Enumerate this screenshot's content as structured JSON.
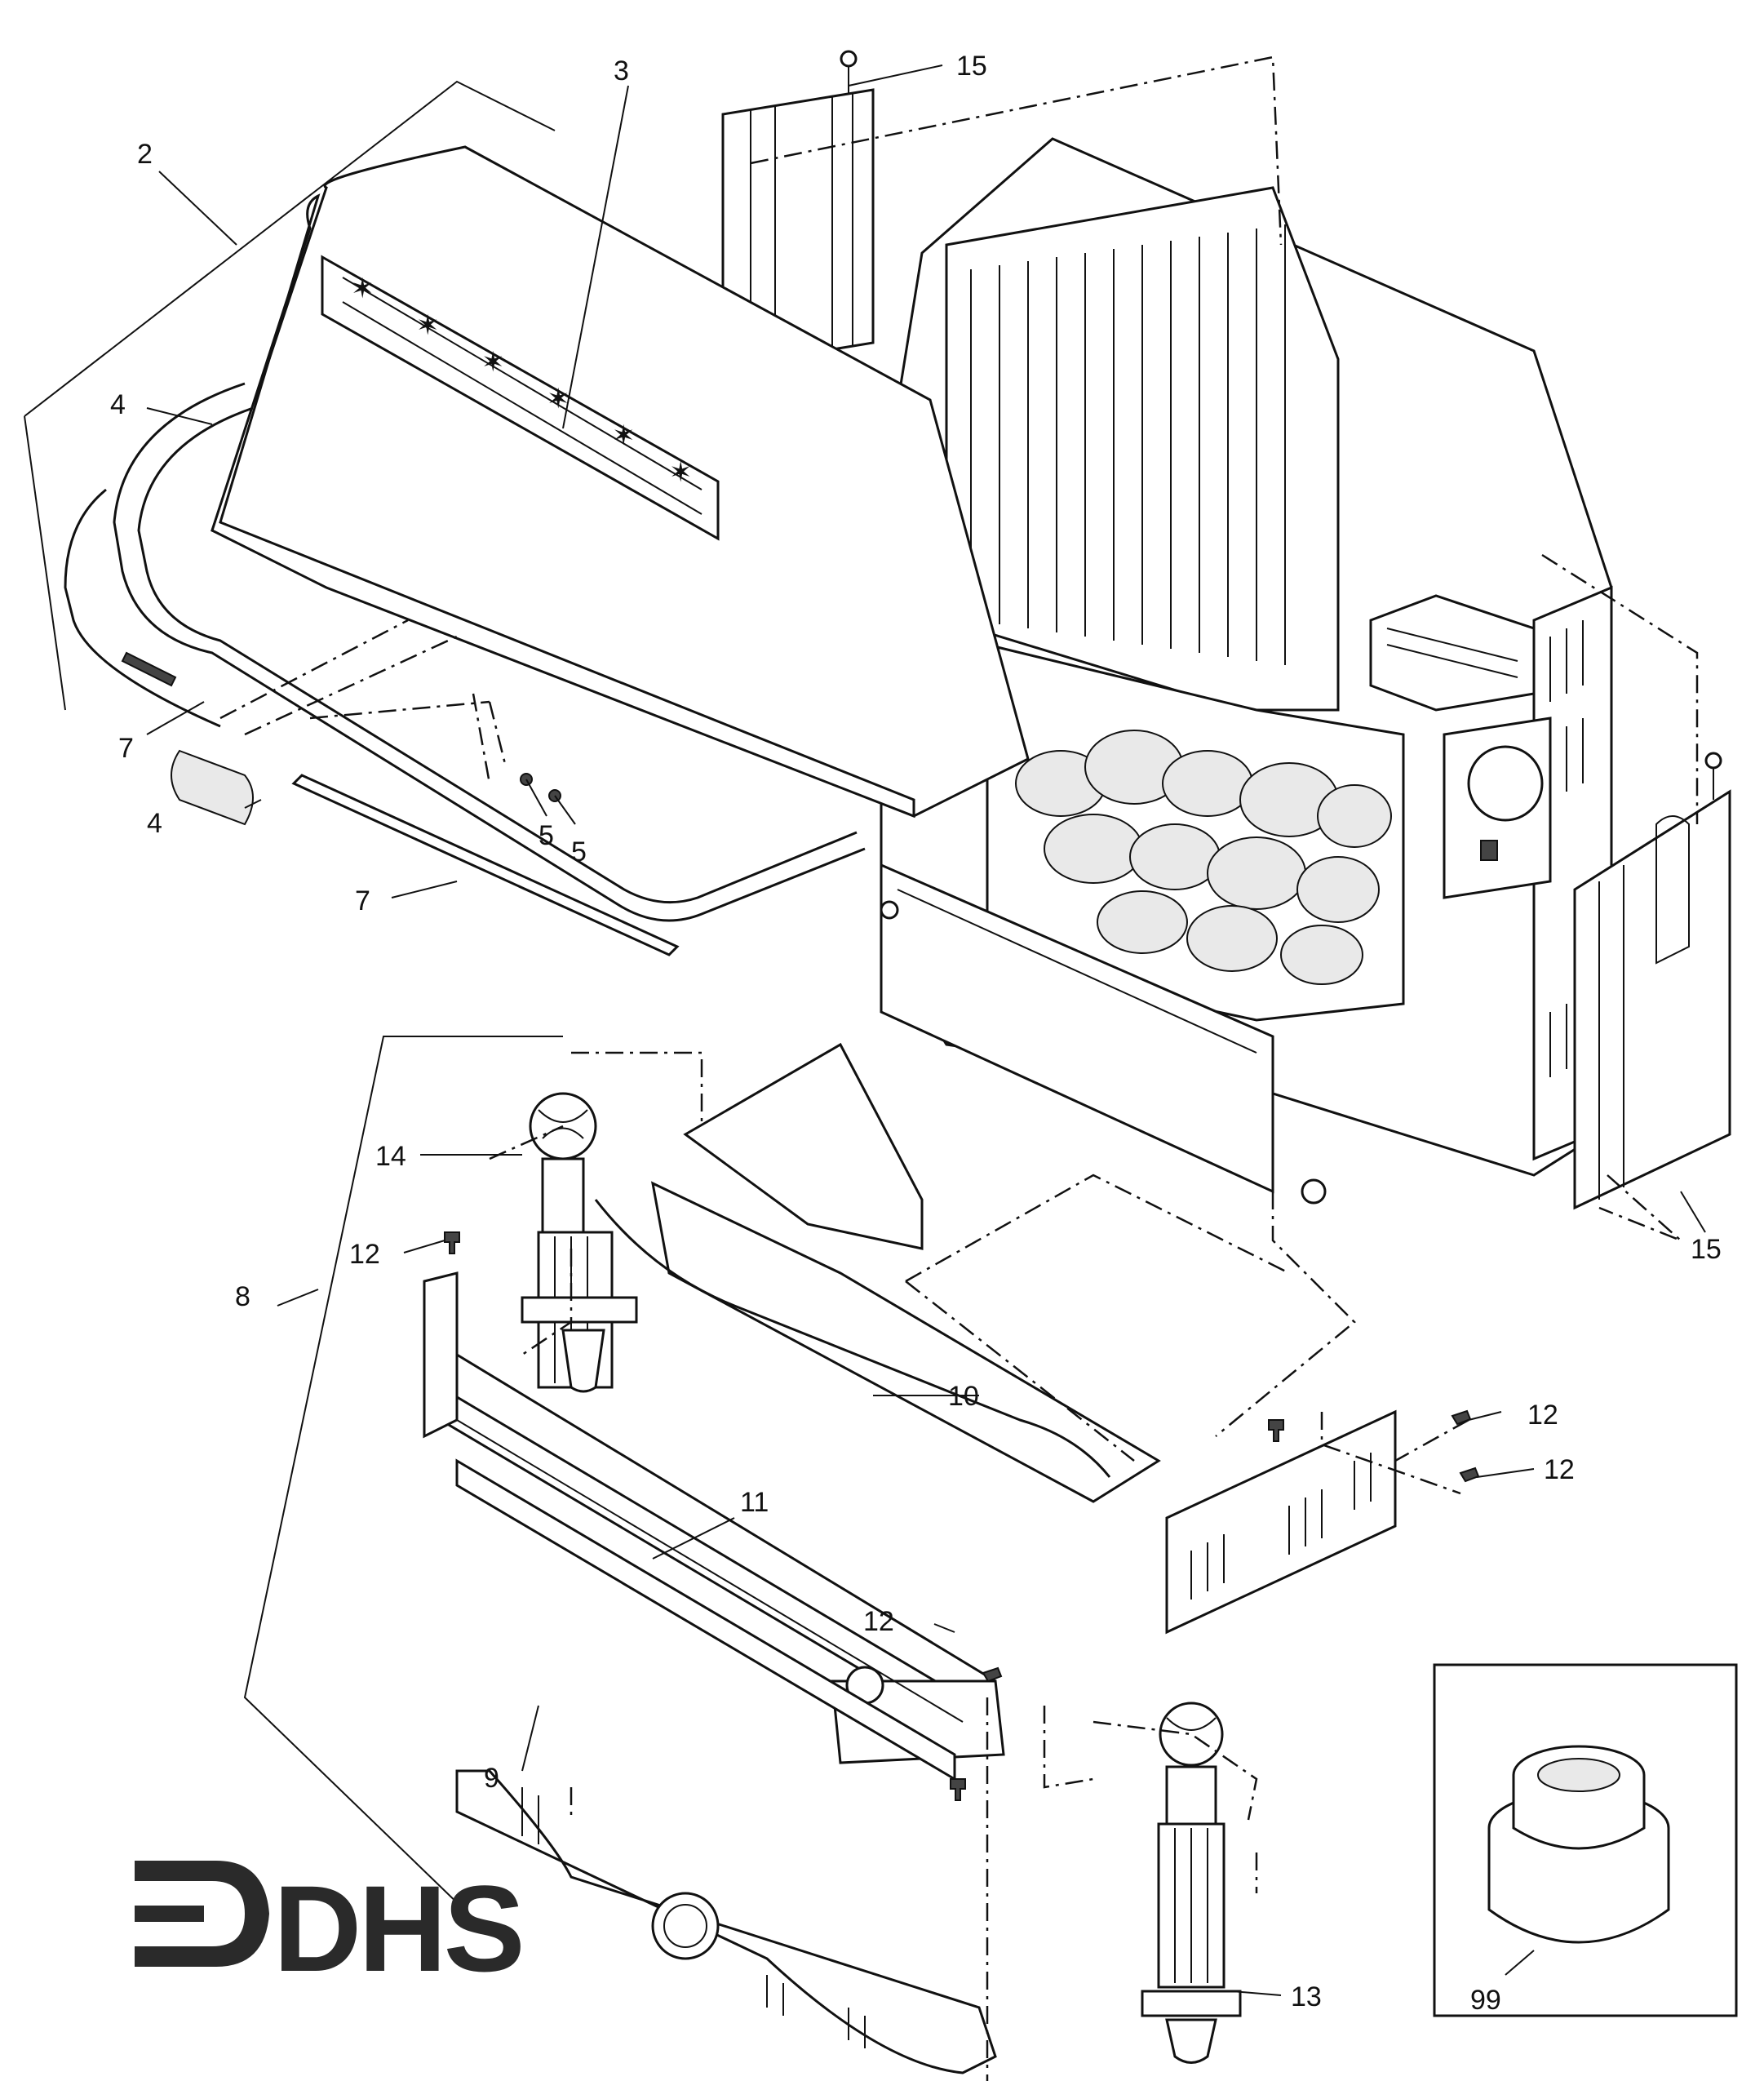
{
  "callouts": {
    "c2": "2",
    "c3": "3",
    "c4a": "4",
    "c4b": "4",
    "c5a": "5",
    "c5b": "5",
    "c7a": "7",
    "c7b": "7",
    "c8": "8",
    "c9": "9",
    "c10": "10",
    "c11": "11",
    "c12a": "12",
    "c12b": "12",
    "c12c": "12",
    "c12d": "12",
    "c13": "13",
    "c14": "14",
    "c15a": "15",
    "c15b": "15",
    "c99": "99"
  },
  "logo": {
    "text": "DHS",
    "mark": "dhs-arrow-logo"
  }
}
